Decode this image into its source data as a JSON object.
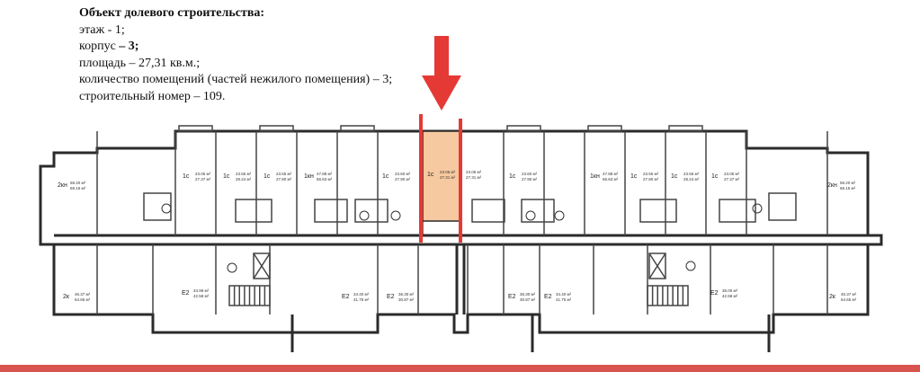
{
  "info": {
    "title": "Объект долевого строительства:",
    "floor": "этаж - 1;",
    "building_prefix": "корпус ",
    "building_value": "– 3;",
    "area": "площадь – 27,31 кв.м.;",
    "rooms": "количество помещений (частей нежилого помещения) – 3;",
    "build_number": "строительный номер – 109."
  },
  "colors": {
    "highlight": "#f6c9a0",
    "marker": "#e53935",
    "bottom_bar": "#d9534f"
  },
  "plan": {
    "top_units": [
      {
        "type": "2кн",
        "area1": "58.20 м²",
        "area2": "68.15 м²"
      },
      {
        "type": "1с",
        "area1": "23.05 м²",
        "area2": "27.37 м²"
      },
      {
        "type": "1с",
        "area1": "23.55 м²",
        "area2": "28.24 м²"
      },
      {
        "type": "1с",
        "area1": "23.55 м²",
        "area2": "27.80 м²"
      },
      {
        "type": "1кн",
        "area1": "47.88 м²",
        "area2": "56.63 м²"
      },
      {
        "type": "1с",
        "area1": "23.60 м²",
        "area2": "27.90 м²"
      },
      {
        "type": "1с",
        "area1": "23.06 м²",
        "area2": "27.31 м²"
      },
      {
        "type": "",
        "area1": "23.06 м²",
        "area2": "27.31 м²"
      },
      {
        "type": "1с",
        "area1": "23.60 м²",
        "area2": "27.90 м²"
      },
      {
        "type": "1кн",
        "area1": "47.88 м²",
        "area2": "56.63 м²"
      },
      {
        "type": "1с",
        "area1": "23.55 м²",
        "area2": "27.80 м²"
      },
      {
        "type": "1с",
        "area1": "23.55 м²",
        "area2": "28.24 м²"
      },
      {
        "type": "1с",
        "area1": "23.05 м²",
        "area2": "27.37 м²"
      },
      {
        "type": "2кн",
        "area1": "58.20 м²",
        "area2": "68.15 м²"
      }
    ],
    "bottom_units": [
      {
        "type": "2к",
        "area1": "46.37 м²",
        "area2": "64.65 м²"
      },
      {
        "type": "Е2",
        "area1": "34.99 м²",
        "area2": "42.58 м²"
      },
      {
        "type": "Е2",
        "area1": "34.40 м²",
        "area2": "41.75 м²"
      },
      {
        "type": "Е2",
        "area1": "36.30 м²",
        "area2": "30.87 м²"
      },
      {
        "type": "Е2",
        "area1": "36.30 м²",
        "area2": "30.87 м²"
      },
      {
        "type": "Е2",
        "area1": "34.40 м²",
        "area2": "41.75 м²"
      },
      {
        "type": "Е2",
        "area1": "35.00 м²",
        "area2": "42.58 м²"
      },
      {
        "type": "2к",
        "area1": "46.37 м²",
        "area2": "64.65 м²"
      }
    ]
  }
}
